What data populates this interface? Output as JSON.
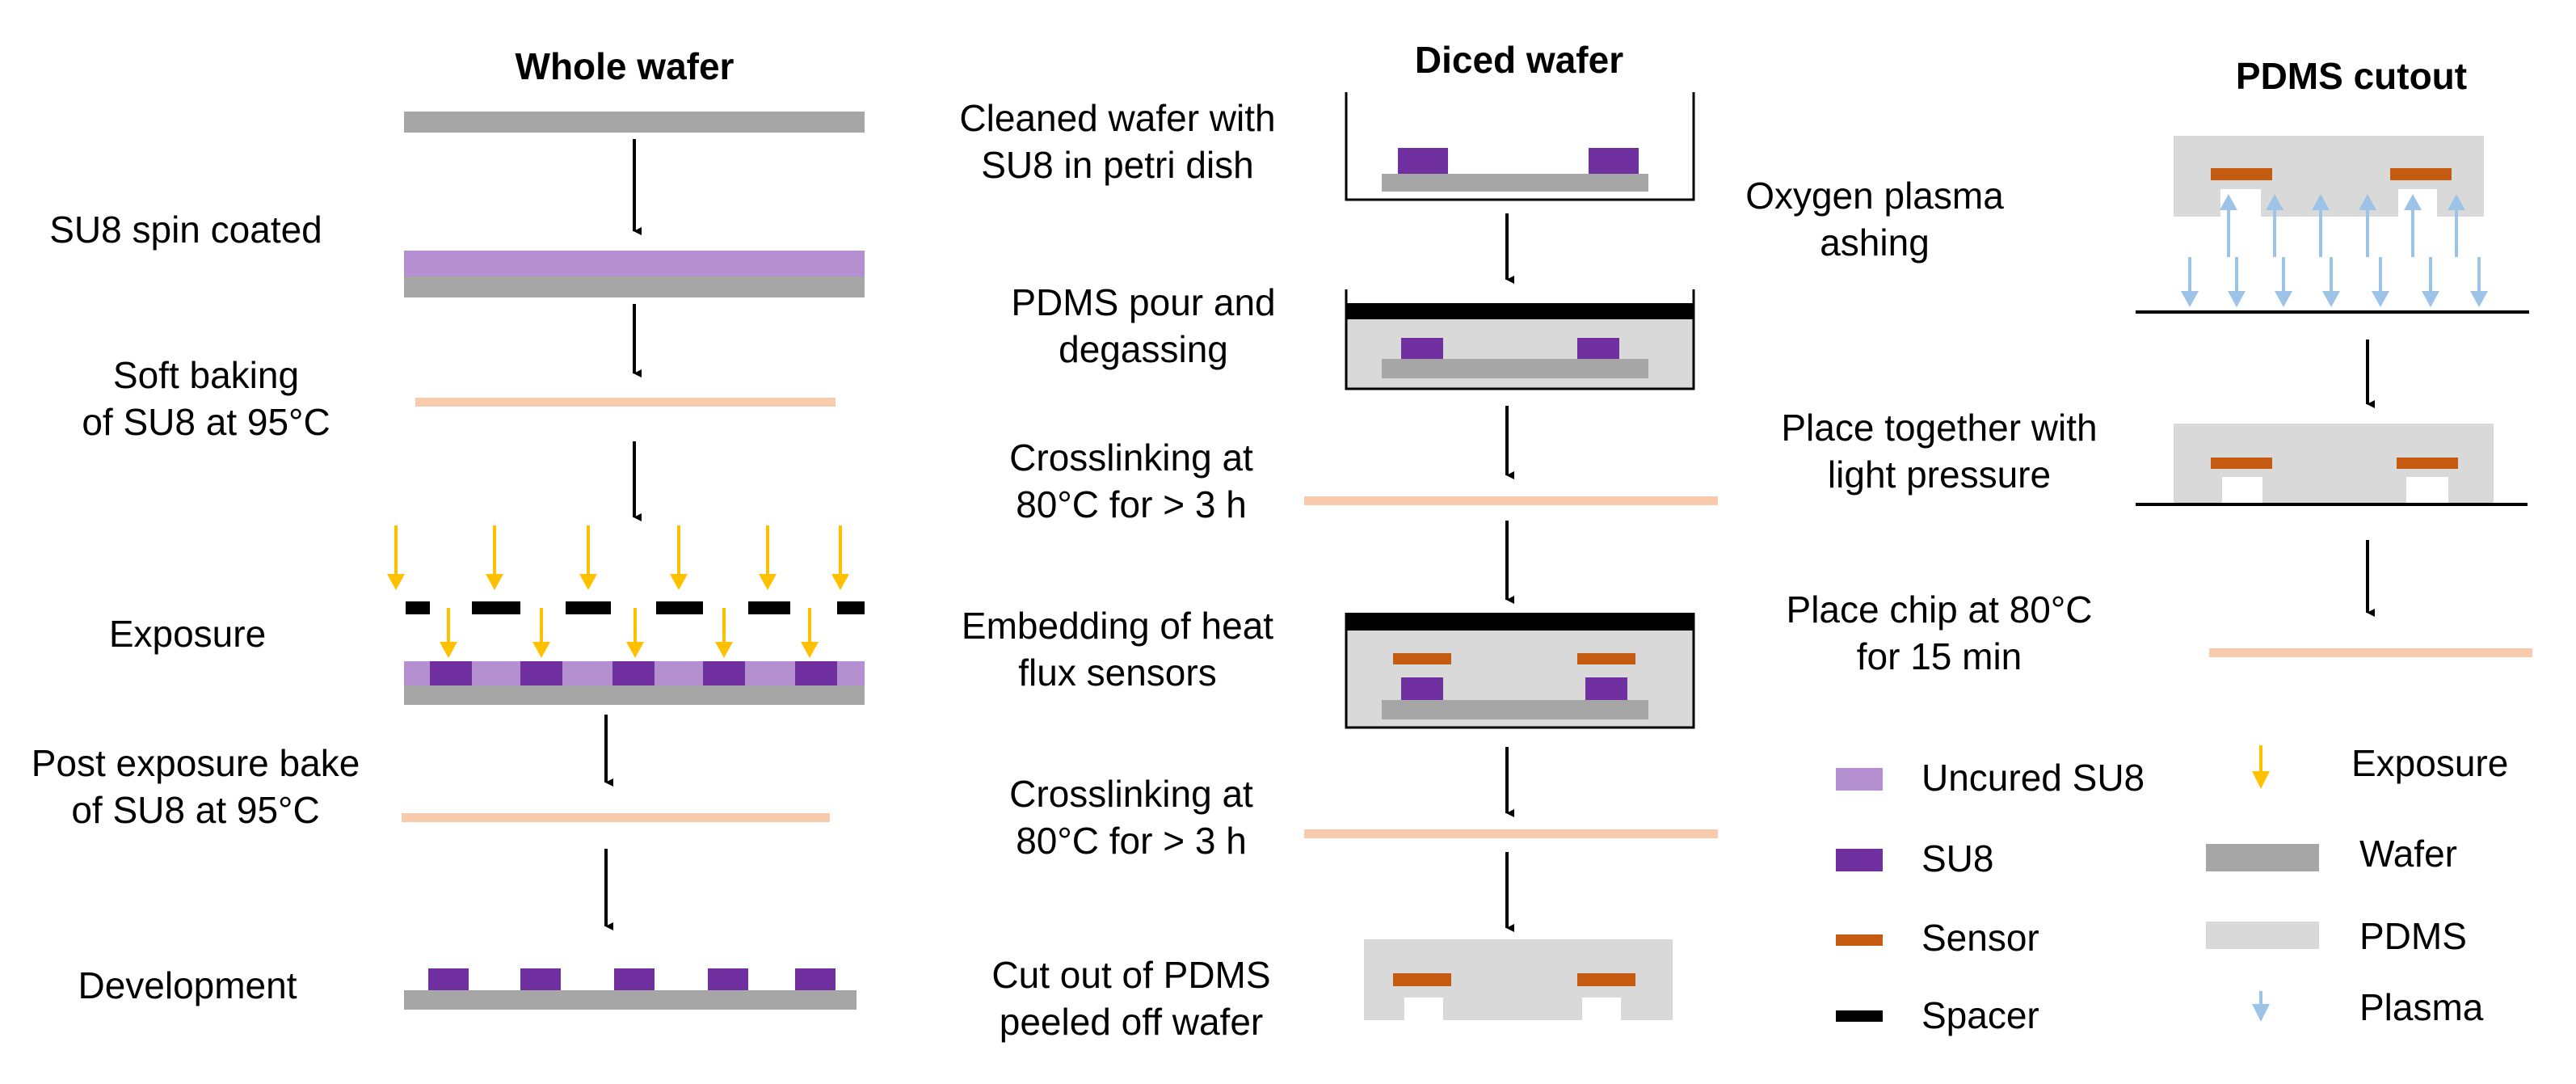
{
  "columns": {
    "whole": {
      "title": "Whole wafer",
      "steps": [
        "",
        "SU8 spin coated",
        "Soft baking\nof SU8 at 95°C",
        "Exposure",
        "Post exposure bake\nof SU8 at 95°C",
        "Development"
      ]
    },
    "diced": {
      "title": "Diced wafer",
      "steps": [
        "Cleaned wafer with\nSU8 in petri dish",
        "PDMS pour and\ndegassing",
        "Crosslinking at\n80°C for > 3 h",
        "Embedding of heat\nflux sensors",
        "Crosslinking at\n80°C for > 3 h",
        "Cut out of PDMS\npeeled off wafer"
      ]
    },
    "pdms": {
      "title": "PDMS cutout",
      "steps": [
        "Oxygen plasma\nashing",
        "Place together with\nlight pressure",
        "Place chip at 80°C\nfor 15 min"
      ]
    }
  },
  "legend": [
    {
      "key": "uncured",
      "label": "Uncured SU8",
      "color": "#b490d0"
    },
    {
      "key": "su8",
      "label": "SU8",
      "color": "#7030a0"
    },
    {
      "key": "sensor",
      "label": "Sensor",
      "color": "#c55a11"
    },
    {
      "key": "spacer",
      "label": "Spacer",
      "color": "#000000"
    },
    {
      "key": "exposure",
      "label": "Exposure",
      "color": "#ffc000"
    },
    {
      "key": "wafer",
      "label": "Wafer",
      "color": "#a6a6a6"
    },
    {
      "key": "pdms",
      "label": "PDMS",
      "color": "#d9d9d9"
    },
    {
      "key": "plasma",
      "label": "Plasma",
      "color": "#9dc3e6"
    }
  ],
  "colors": {
    "wafer": "#a6a6a6",
    "uncured": "#b490d0",
    "su8": "#7030a0",
    "sensor": "#c55a11",
    "spacer": "#000000",
    "exposure": "#ffc000",
    "pdms": "#d9d9d9",
    "plasma": "#9dc3e6",
    "heat": "#f8cbad"
  }
}
